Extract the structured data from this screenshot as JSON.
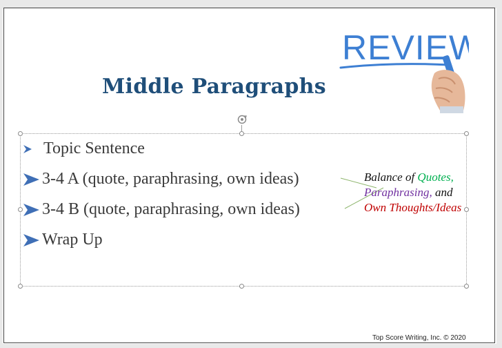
{
  "slide": {
    "title": "Middle Paragraphs",
    "review_word": "REVIEW",
    "bullets": [
      "Topic Sentence",
      "3-4 A  (quote, paraphrasing, own ideas)",
      "3-4 B   (quote, paraphrasing, own ideas)",
      "Wrap Up"
    ],
    "note": {
      "line1_prefix": "Balance of ",
      "quotes": "Quotes,",
      "paraphrasing": "Paraphrasing,",
      "and": " and",
      "own_thoughts": "Own Thoughts/Ideas"
    },
    "footer": "Top Score Writing, Inc. © 2020"
  },
  "colors": {
    "title": "#1f4e79",
    "bullet_arrow": "#3f6fb6",
    "quotes": "#00b050",
    "paraphrasing": "#7030a0",
    "own_thoughts": "#c00000",
    "connector": "#8db56c",
    "review_ink": "#3d7fd3"
  },
  "icons": [
    "rotate-handle-icon",
    "review-marker-hand-icon",
    "bullet-arrow-icon"
  ]
}
